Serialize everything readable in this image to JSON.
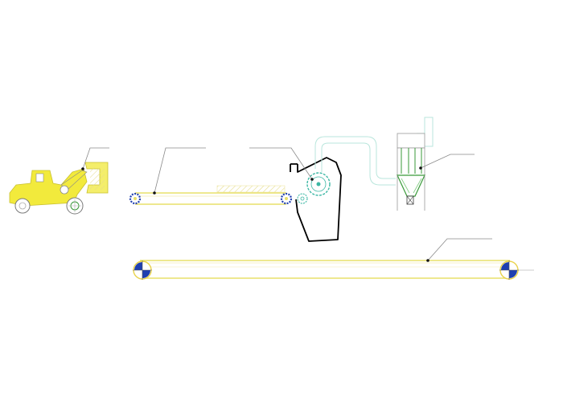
{
  "diagram": {
    "components": [
      {
        "id": "wheel-loader",
        "kind": "loader"
      },
      {
        "id": "feed-conveyor",
        "kind": "belt-conveyor"
      },
      {
        "id": "crusher",
        "kind": "hammer-crusher"
      },
      {
        "id": "dust-collector",
        "kind": "bag-filter"
      },
      {
        "id": "discharge-conveyor",
        "kind": "belt-conveyor"
      }
    ],
    "callout_labels": [
      "",
      "",
      "",
      "",
      ""
    ]
  },
  "colors": {
    "machine_yellow": "#f2ea3c",
    "belt_yellow": "#e9e06a",
    "hatch_yellow": "#efe7a6",
    "crusher_body": "#000000",
    "rotor_teal": "#3bb7a4",
    "duct_teal": "#b9e6dc",
    "roller_blue": "#1f3fb0",
    "hopper_green": "#3a9a3a",
    "leader_gray": "#8a8a8a"
  }
}
